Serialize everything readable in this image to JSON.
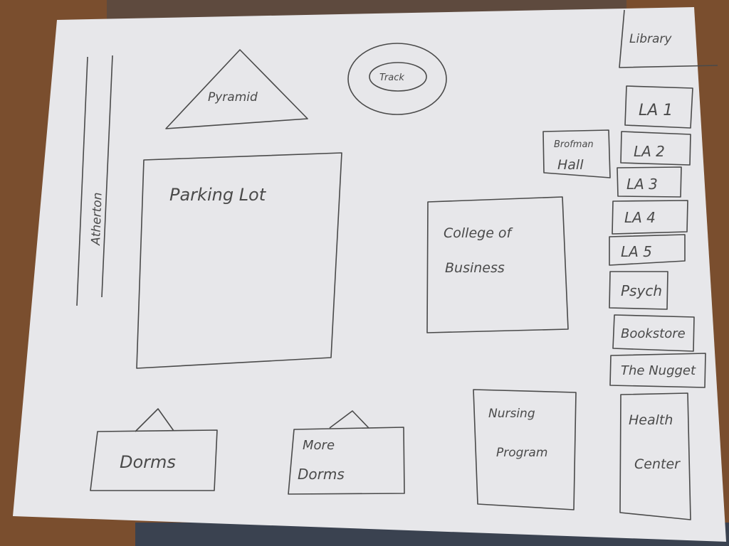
{
  "map": {
    "labels": {
      "library": "Library",
      "track": "Track",
      "pyramid": "Pyramid",
      "atherton": "Atherton",
      "parking_lot": "Parking Lot",
      "college_of_business": [
        "College of",
        "Business"
      ],
      "brofman_hall": [
        "Brofman",
        "Hall"
      ],
      "la": [
        "LA 1",
        "LA 2",
        "LA 3",
        "LA 4",
        "LA 5"
      ],
      "psych": "Psych",
      "bookstore": "Bookstore",
      "the_nugget": "The Nugget",
      "nursing_program": [
        "Nursing",
        "Program"
      ],
      "health_center": [
        "Health",
        "Center"
      ],
      "dorms": "Dorms",
      "more_dorms": [
        "More",
        "Dorms"
      ]
    },
    "colors": {
      "paper": "#e7e7ea",
      "pencil": "#4a4a4a",
      "table": "#7a4e2e"
    }
  }
}
